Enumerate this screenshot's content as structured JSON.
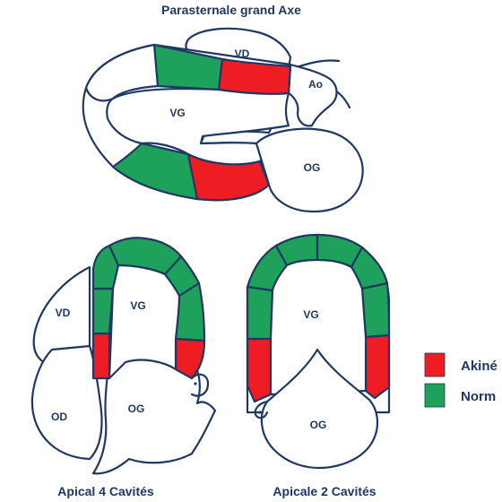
{
  "titles": {
    "plax": "Parasternale grand Axe",
    "a4c": "Apical 4 Cavités",
    "a2c": "Apicale 2 Cavités"
  },
  "labels": {
    "plax_vd": "VD",
    "plax_vg": "VG",
    "plax_ao": "Ao",
    "plax_og": "OG",
    "a4c_vd": "VD",
    "a4c_vg": "VG",
    "a4c_od": "OD",
    "a4c_og": "OG",
    "a2c_vg": "VG",
    "a2c_og": "OG"
  },
  "legend": {
    "akinetic_label": "Akiné",
    "normal_label": "Norm"
  },
  "colors": {
    "akinetic": "#ee1d23",
    "normal": "#1ea25b",
    "outline": "#1f3864"
  }
}
